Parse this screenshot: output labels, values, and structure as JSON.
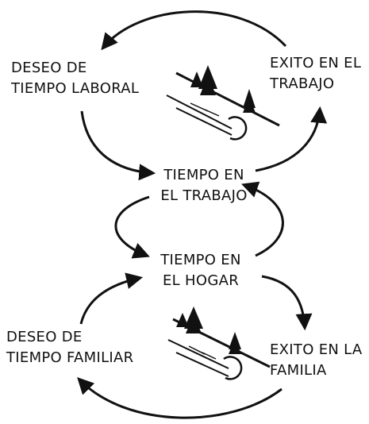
{
  "diagram": {
    "top_left_label": [
      "DESEO DE",
      "TIEMPO LABORAL"
    ],
    "top_right_label": [
      "EXITO EN EL",
      "TRABAJO"
    ],
    "middle_top_label": [
      "TIEMPO EN",
      "EL TRABAJO"
    ],
    "middle_bottom_label": [
      "TIEMPO EN",
      "EL HOGAR"
    ],
    "bottom_left_label": [
      "DESEO DE",
      "TIEMPO FAMILIAR"
    ],
    "bottom_right_label": [
      "EXITO EN LA",
      "FAMILIA"
    ]
  },
  "colors": {
    "ink": "#111111",
    "background": "#ffffff"
  },
  "icons": [
    "snowball-hill-icon",
    "snowball-hill-icon"
  ]
}
